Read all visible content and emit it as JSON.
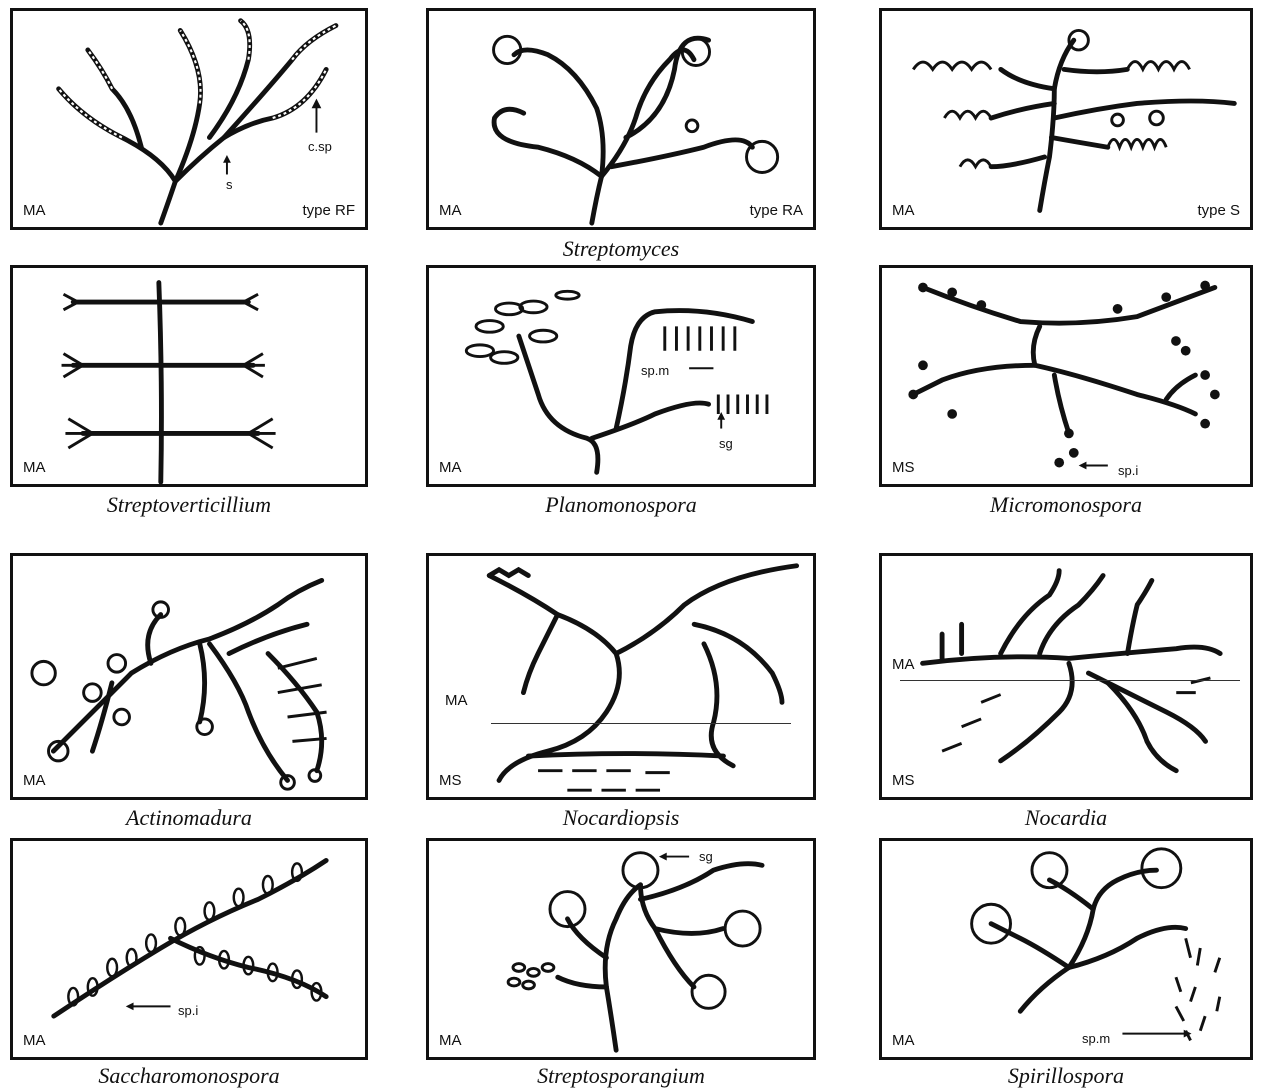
{
  "genera": [
    {
      "name": "",
      "mycelium": "MA",
      "type": "type RF",
      "labels": [
        "c.sp",
        "s"
      ]
    },
    {
      "name": "Streptomyces",
      "mycelium": "MA",
      "type": "type RA"
    },
    {
      "name": "",
      "mycelium": "MA",
      "type": "type S"
    },
    {
      "name": "Streptoverticillium",
      "mycelium": "MA"
    },
    {
      "name": "Planomonospora",
      "mycelium": "MA",
      "labels": [
        "sp.m",
        "sg"
      ]
    },
    {
      "name": "Micromonospora",
      "mycelium": "MS",
      "labels": [
        "sp.i"
      ]
    },
    {
      "name": "Actinomadura",
      "mycelium": "MA"
    },
    {
      "name": "Nocardiopsis",
      "mycelium_top": "MA",
      "mycelium_bottom": "MS"
    },
    {
      "name": "Nocardia",
      "mycelium_top": "MA",
      "mycelium_bottom": "MS"
    },
    {
      "name": "Saccharomonospora",
      "mycelium": "MA",
      "labels": [
        "sp.i"
      ]
    },
    {
      "name": "Streptosporangium",
      "mycelium": "MA",
      "labels": [
        "sg"
      ]
    },
    {
      "name": "Spirillospora",
      "mycelium": "MA",
      "labels": [
        "sp.m"
      ]
    }
  ]
}
